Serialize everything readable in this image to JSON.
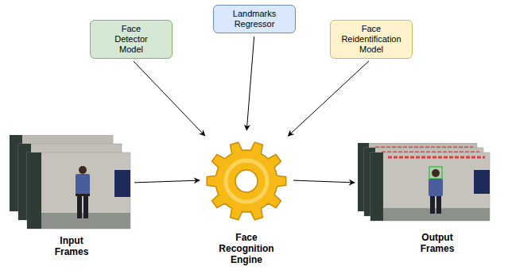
{
  "diagram": {
    "nodes": [
      {
        "text": [
          "Face Detector Model"
        ]
      },
      {
        "text": [
          "Landmarks Regressor"
        ]
      },
      {
        "text": [
          "Face Reidentification Model"
        ]
      },
      {
        "text": [
          "Input Frames"
        ]
      },
      {
        "text": [
          "Face Recognition Engine"
        ]
      },
      {
        "text": [
          "Output Frames"
        ]
      }
    ],
    "edges": [
      {
        "from": 0,
        "to": 4,
        "arrow": "to"
      },
      {
        "from": 1,
        "to": 4,
        "arrow": "to"
      },
      {
        "from": 2,
        "to": 4,
        "arrow": "to"
      },
      {
        "from": 3,
        "to": 4,
        "arrow": "to"
      },
      {
        "from": 4,
        "to": 5,
        "arrow": "to"
      }
    ]
  }
}
